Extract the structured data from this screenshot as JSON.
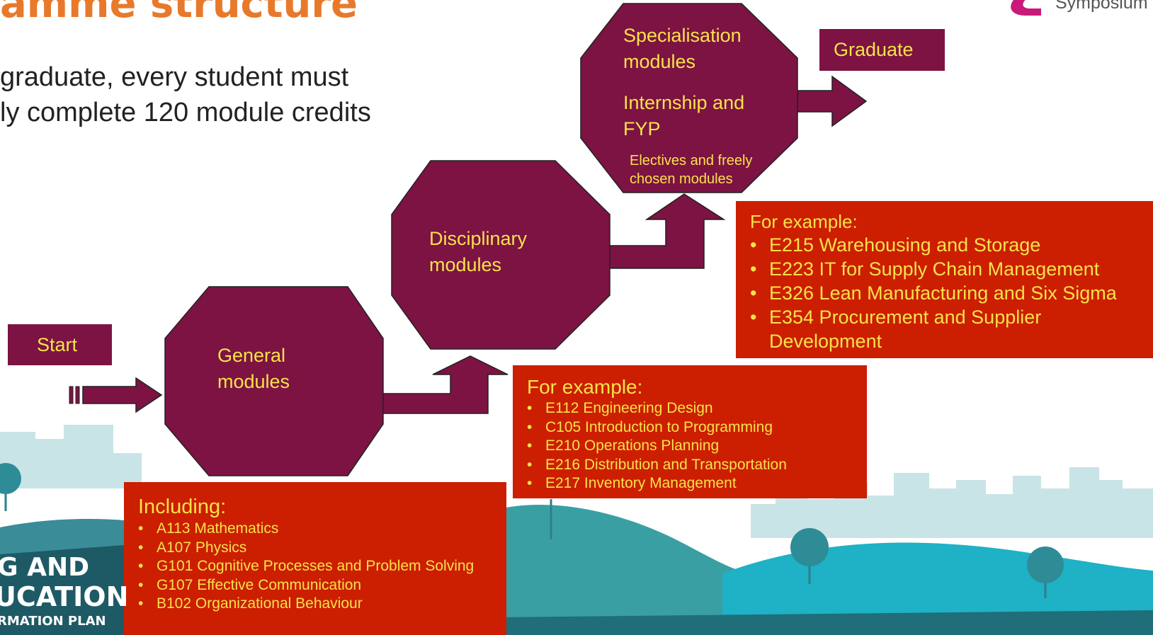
{
  "slide": {
    "title": "amme structure",
    "intro_lines": [
      "graduate, every student must",
      "ly complete 120 module credits"
    ]
  },
  "logo": {
    "text": "Symposium"
  },
  "branding": {
    "line1": "G AND",
    "line2": "UCATION",
    "line3": "RMATION PLAN"
  },
  "flow": {
    "start": "Start",
    "graduate": "Graduate",
    "general": [
      "General",
      "modules"
    ],
    "disciplinary": [
      "Disciplinary",
      "modules"
    ],
    "specialisation": [
      "Specialisation",
      "modules"
    ],
    "internship": [
      "Internship and",
      "FYP"
    ],
    "electives": [
      "Electives and  freely",
      "chosen modules"
    ]
  },
  "general_examples": {
    "heading": "Including:",
    "items": [
      "A113 Mathematics",
      "A107 Physics",
      "G101 Cognitive Processes and Problem Solving",
      "G107 Effective Communication",
      "B102  Organizational Behaviour"
    ]
  },
  "disciplinary_examples": {
    "heading": "For example:",
    "items": [
      "E112 Engineering Design",
      "C105 Introduction to Programming",
      "E210 Operations Planning",
      "E216 Distribution and Transportation",
      "E217 Inventory Management"
    ]
  },
  "specialisation_examples": {
    "heading": "For example:",
    "items": [
      "E215 Warehousing and Storage",
      "E223 IT for Supply Chain Management",
      "E326 Lean Manufacturing and Six Sigma",
      "E354 Procurement and Supplier Development"
    ]
  },
  "colors": {
    "module": "#7c1343",
    "example_box": "#cc1e00",
    "label_text": "#f7e24a",
    "title": "#e8792b"
  }
}
